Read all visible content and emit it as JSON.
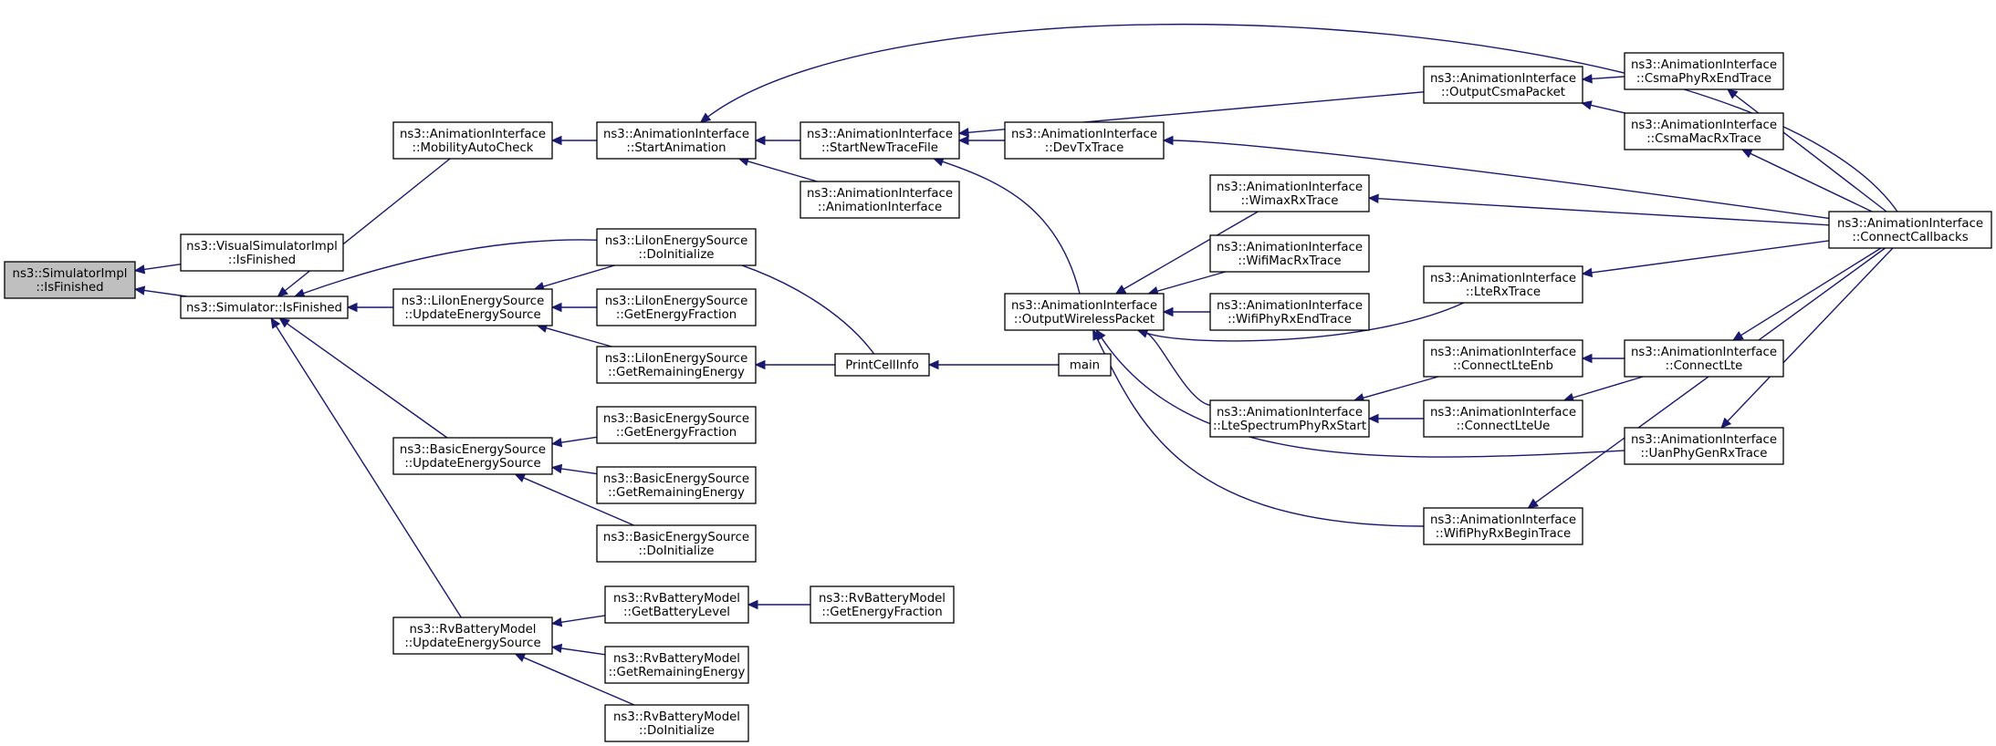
{
  "graph": {
    "edge_color": "#191970",
    "root_fill": "#bfbfbf",
    "nodes": [
      {
        "id": "n0",
        "label": "ns3::SimulatorImpl\n::IsFinished",
        "root": true
      },
      {
        "id": "n1",
        "label": "ns3::VisualSimulatorImpl\n::IsFinished"
      },
      {
        "id": "n2",
        "label": "ns3::Simulator::IsFinished"
      },
      {
        "id": "n3",
        "label": "ns3::AnimationInterface\n::MobilityAutoCheck"
      },
      {
        "id": "n4",
        "label": "ns3::LiIonEnergySource\n::UpdateEnergySource"
      },
      {
        "id": "n5",
        "label": "ns3::BasicEnergySource\n::UpdateEnergySource"
      },
      {
        "id": "n6",
        "label": "ns3::RvBatteryModel\n::UpdateEnergySource"
      },
      {
        "id": "n7",
        "label": "ns3::AnimationInterface\n::StartAnimation"
      },
      {
        "id": "n8",
        "label": "ns3::LiIonEnergySource\n::DoInitialize"
      },
      {
        "id": "n9",
        "label": "ns3::LiIonEnergySource\n::GetEnergyFraction"
      },
      {
        "id": "n10",
        "label": "ns3::LiIonEnergySource\n::GetRemainingEnergy"
      },
      {
        "id": "n11",
        "label": "ns3::BasicEnergySource\n::GetEnergyFraction"
      },
      {
        "id": "n12",
        "label": "ns3::BasicEnergySource\n::GetRemainingEnergy"
      },
      {
        "id": "n13",
        "label": "ns3::BasicEnergySource\n::DoInitialize"
      },
      {
        "id": "n14",
        "label": "ns3::RvBatteryModel\n::GetBatteryLevel"
      },
      {
        "id": "n15",
        "label": "ns3::RvBatteryModel\n::GetRemainingEnergy"
      },
      {
        "id": "n16",
        "label": "ns3::RvBatteryModel\n::DoInitialize"
      },
      {
        "id": "n17",
        "label": "ns3::AnimationInterface\n::StartNewTraceFile"
      },
      {
        "id": "n18",
        "label": "ns3::AnimationInterface\n::AnimationInterface"
      },
      {
        "id": "n19",
        "label": "PrintCellInfo"
      },
      {
        "id": "n20",
        "label": "ns3::RvBatteryModel\n::GetEnergyFraction"
      },
      {
        "id": "n21",
        "label": "ns3::AnimationInterface\n::DevTxTrace"
      },
      {
        "id": "n22",
        "label": "ns3::AnimationInterface\n::OutputWirelessPacket"
      },
      {
        "id": "n23",
        "label": "main"
      },
      {
        "id": "n24",
        "label": "ns3::AnimationInterface\n::OutputCsmaPacket"
      },
      {
        "id": "n25",
        "label": "ns3::AnimationInterface\n::WimaxRxTrace"
      },
      {
        "id": "n26",
        "label": "ns3::AnimationInterface\n::WifiMacRxTrace"
      },
      {
        "id": "n27",
        "label": "ns3::AnimationInterface\n::WifiPhyRxEndTrace"
      },
      {
        "id": "n28",
        "label": "ns3::AnimationInterface\n::LteRxTrace"
      },
      {
        "id": "n29",
        "label": "ns3::AnimationInterface\n::LteSpectrumPhyRxStart"
      },
      {
        "id": "n30",
        "label": "ns3::AnimationInterface\n::WifiPhyRxBeginTrace"
      },
      {
        "id": "n31",
        "label": "ns3::AnimationInterface\n::CsmaPhyRxEndTrace"
      },
      {
        "id": "n32",
        "label": "ns3::AnimationInterface\n::CsmaMacRxTrace"
      },
      {
        "id": "n33",
        "label": "ns3::AnimationInterface\n::ConnectLteEnb"
      },
      {
        "id": "n34",
        "label": "ns3::AnimationInterface\n::ConnectLteUe"
      },
      {
        "id": "n35",
        "label": "ns3::AnimationInterface\n::ConnectLte"
      },
      {
        "id": "n36",
        "label": "ns3::AnimationInterface\n::UanPhyGenRxTrace"
      },
      {
        "id": "n37",
        "label": "ns3::AnimationInterface\n::ConnectCallbacks"
      }
    ],
    "edges": [
      {
        "from": "n1",
        "to": "n0"
      },
      {
        "from": "n2",
        "to": "n0"
      },
      {
        "from": "n3",
        "to": "n2"
      },
      {
        "from": "n4",
        "to": "n2"
      },
      {
        "from": "n5",
        "to": "n2"
      },
      {
        "from": "n6",
        "to": "n2"
      },
      {
        "from": "n19",
        "to": "n2"
      },
      {
        "from": "n7",
        "to": "n3"
      },
      {
        "from": "n8",
        "to": "n4"
      },
      {
        "from": "n9",
        "to": "n4"
      },
      {
        "from": "n10",
        "to": "n4"
      },
      {
        "from": "n11",
        "to": "n5"
      },
      {
        "from": "n12",
        "to": "n5"
      },
      {
        "from": "n13",
        "to": "n5"
      },
      {
        "from": "n14",
        "to": "n6"
      },
      {
        "from": "n15",
        "to": "n6"
      },
      {
        "from": "n16",
        "to": "n6"
      },
      {
        "from": "n17",
        "to": "n7"
      },
      {
        "from": "n18",
        "to": "n7"
      },
      {
        "from": "n37",
        "to": "n7"
      },
      {
        "from": "n19",
        "to": "n10"
      },
      {
        "from": "n20",
        "to": "n14"
      },
      {
        "from": "n21",
        "to": "n17"
      },
      {
        "from": "n22",
        "to": "n17"
      },
      {
        "from": "n24",
        "to": "n17"
      },
      {
        "from": "n23",
        "to": "n19"
      },
      {
        "from": "n37",
        "to": "n21"
      },
      {
        "from": "n25",
        "to": "n22"
      },
      {
        "from": "n26",
        "to": "n22"
      },
      {
        "from": "n27",
        "to": "n22"
      },
      {
        "from": "n28",
        "to": "n22"
      },
      {
        "from": "n29",
        "to": "n22"
      },
      {
        "from": "n30",
        "to": "n22"
      },
      {
        "from": "n36",
        "to": "n22"
      },
      {
        "from": "n31",
        "to": "n24"
      },
      {
        "from": "n32",
        "to": "n24"
      },
      {
        "from": "n37",
        "to": "n25"
      },
      {
        "from": "n37",
        "to": "n28"
      },
      {
        "from": "n33",
        "to": "n29"
      },
      {
        "from": "n34",
        "to": "n29"
      },
      {
        "from": "n37",
        "to": "n30"
      },
      {
        "from": "n37",
        "to": "n31"
      },
      {
        "from": "n37",
        "to": "n32"
      },
      {
        "from": "n35",
        "to": "n33"
      },
      {
        "from": "n35",
        "to": "n34"
      },
      {
        "from": "n37",
        "to": "n35"
      },
      {
        "from": "n37",
        "to": "n36"
      }
    ]
  }
}
